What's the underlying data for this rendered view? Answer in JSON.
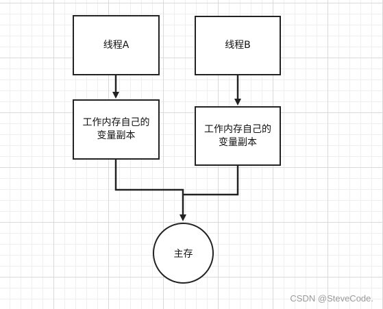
{
  "diagram": {
    "thread_a": "线程A",
    "thread_b": "线程B",
    "working_memory_a": "工作内存自己的变量副本",
    "working_memory_b": "工作内存自己的变量副本",
    "main_memory": "主存"
  },
  "watermark": "CSDN @SteveCode.",
  "colors": {
    "stroke": "#222222",
    "grid": "#d9d9d9",
    "background": "#ffffff"
  }
}
